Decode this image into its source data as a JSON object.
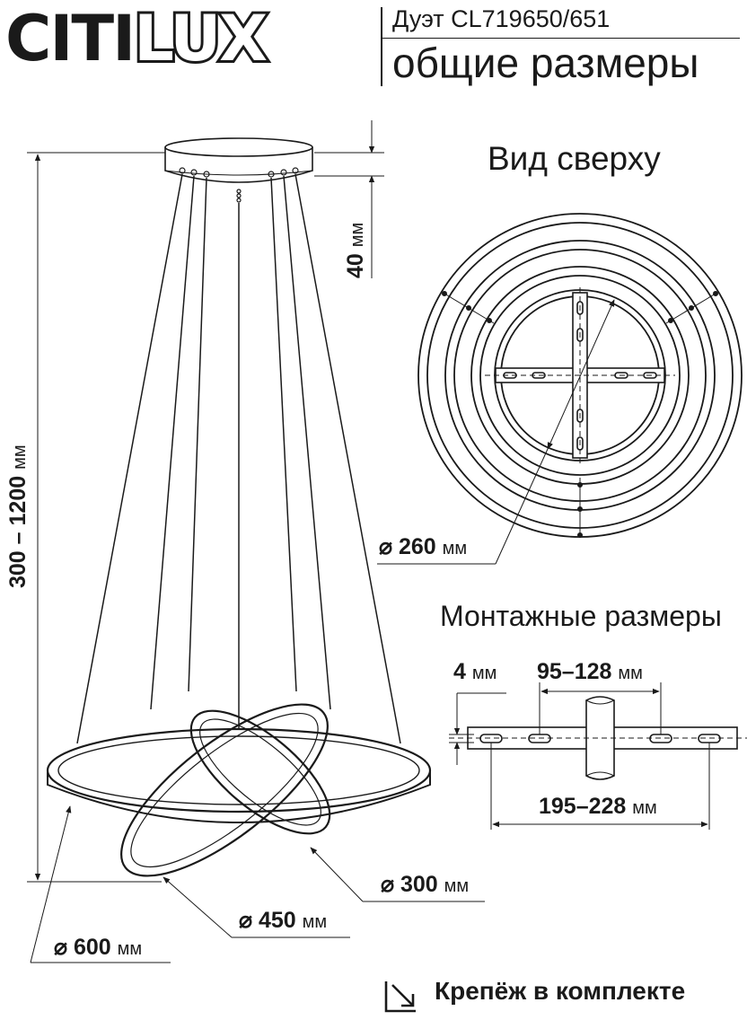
{
  "header": {
    "brand_left": "CITI",
    "brand_right": "LUX",
    "model": "Дуэт CL719650/651",
    "subtitle": "общие размеры"
  },
  "views": {
    "top_view_title": "Вид сверху",
    "mounting_title": "Монтажные размеры"
  },
  "dimensions": {
    "height_range": {
      "value": "300 – 1200",
      "unit": "мм"
    },
    "canopy_height": {
      "value": "40",
      "unit": "мм"
    },
    "canopy_diameter": {
      "value": "⌀ 260",
      "unit": "мм"
    },
    "ring_300": {
      "value": "⌀ 300",
      "unit": "мм"
    },
    "ring_450": {
      "value": "⌀ 450",
      "unit": "мм"
    },
    "ring_600": {
      "value": "⌀ 600",
      "unit": "мм"
    },
    "slot_width": {
      "value": "4",
      "unit": "мм"
    },
    "hole_spacing_inner": {
      "value": "95–128",
      "unit": "мм"
    },
    "hole_spacing_outer": {
      "value": "195–228",
      "unit": "мм"
    }
  },
  "footer": {
    "note": "Крепёж в комплекте",
    "icon": "arrow-down-right-box-icon"
  }
}
